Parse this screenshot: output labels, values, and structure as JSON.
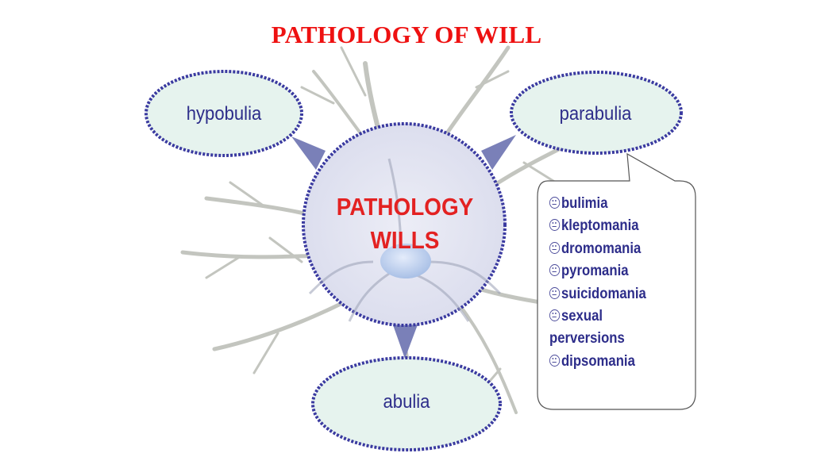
{
  "slide": {
    "title": "PATHOLOGY OF WILL",
    "center_label_line1": "PATHOLOGY",
    "center_label_line2": "WILLS",
    "bubbles": {
      "hypobulia": "hypobulia",
      "parabulia": "parabulia",
      "abulia": "abulia"
    },
    "parabulia_list": [
      "bulimia",
      "kleptomania",
      "dromomania",
      "pyromania",
      "suicidomania",
      "sexual perversions",
      "dipsomania"
    ],
    "bullet_icon": "neutral-face-icon"
  },
  "colors": {
    "title": "#ee1111",
    "center_text": "#e32222",
    "bubble_text": "#2d2d8a",
    "bubble_fill": "#e6f3ee",
    "bubble_border": "#3a3aa0",
    "center_fill": "#e3e4f1",
    "arrow": "#7a80b8",
    "neuron": "#b9bcb4"
  }
}
